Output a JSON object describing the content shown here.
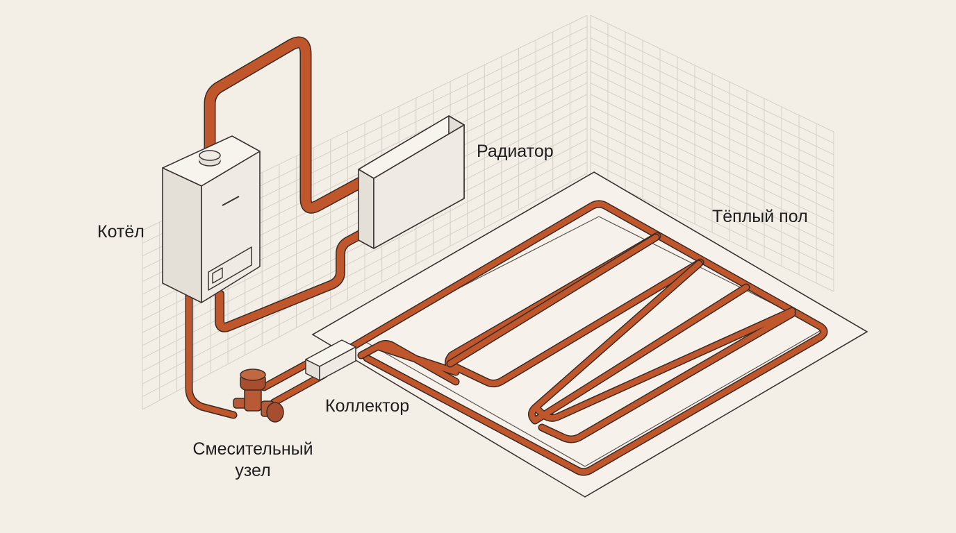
{
  "labels": {
    "radiator": "Радиатор",
    "boiler": "Котёл",
    "warm_floor": "Тёплый пол",
    "collector": "Коллектор",
    "mixing_unit_line1": "Смесительный",
    "mixing_unit_line2": "узел"
  },
  "colors": {
    "background": "#f3efe7",
    "pipe": "#c0562c",
    "pipe_outline": "#3a2a22",
    "equipment_fill": "#efebe4",
    "grid": "#d4d0c9"
  }
}
